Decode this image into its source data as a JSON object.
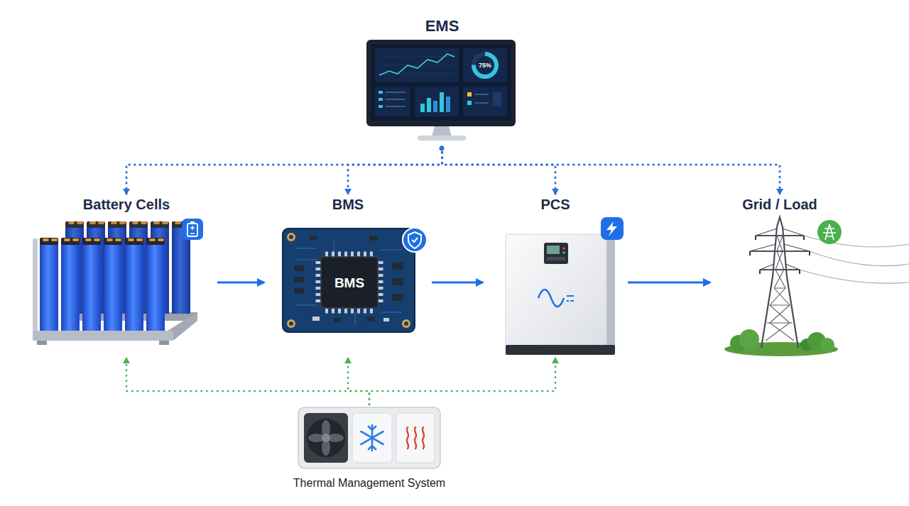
{
  "diagram": {
    "nodes": [
      {
        "text": [
          "EMS"
        ]
      },
      {
        "text": [
          "Battery Cells"
        ]
      },
      {
        "text": [
          "BMS"
        ]
      },
      {
        "text": [
          "PCS"
        ]
      },
      {
        "text": [
          "Grid / Load"
        ]
      },
      {
        "text": [
          "Thermal Management System"
        ]
      }
    ],
    "edges": [
      {
        "from": 1,
        "to": 2,
        "arrow": "to"
      },
      {
        "from": 2,
        "to": 3,
        "arrow": "to"
      },
      {
        "from": 3,
        "to": 4,
        "arrow": "to"
      },
      {
        "from": 0,
        "to": 1,
        "arrow": "to"
      },
      {
        "from": 0,
        "to": 2,
        "arrow": "to"
      },
      {
        "from": 0,
        "to": 3,
        "arrow": "to"
      },
      {
        "from": 0,
        "to": 4,
        "arrow": "to"
      },
      {
        "from": 5,
        "to": 1,
        "arrow": "to"
      },
      {
        "from": 5,
        "to": 2,
        "arrow": "to"
      },
      {
        "from": 5,
        "to": 3,
        "arrow": "to"
      }
    ],
    "labels": [
      "75%",
      "BMS"
    ]
  }
}
